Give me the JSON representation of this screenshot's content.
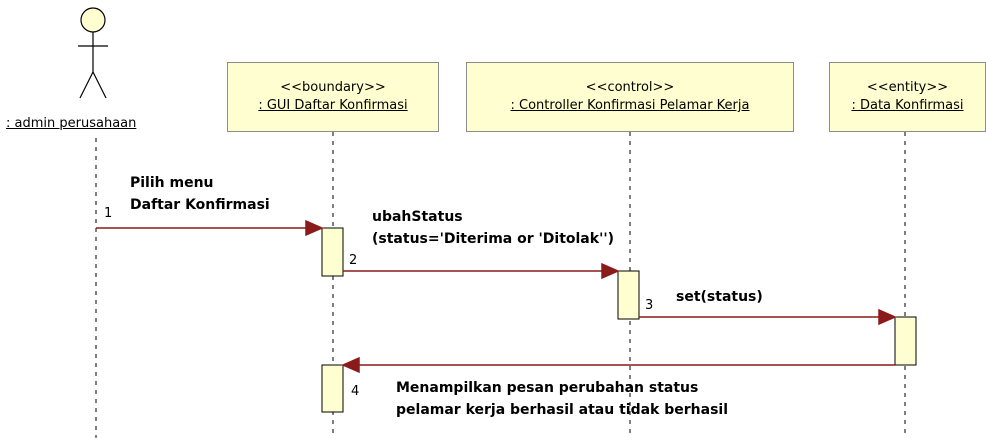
{
  "actor": {
    "name": ": admin perusahaan"
  },
  "lifelines": [
    {
      "stereotype": "<<boundary>>",
      "name": ": GUI Daftar Konfirmasi"
    },
    {
      "stereotype": "<<control>>",
      "name": ": Controller Konfirmasi Pelamar Kerja"
    },
    {
      "stereotype": "<<entity>>",
      "name": ": Data Konfirmasi"
    }
  ],
  "messages": [
    {
      "number": "1",
      "line1": "Pilih menu",
      "line2": "Daftar Konfirmasi"
    },
    {
      "number": "2",
      "line1": "ubahStatus",
      "line2": "(status='Diterima or 'Ditolak'')"
    },
    {
      "number": "3",
      "line1": "set(status)"
    },
    {
      "number": "4",
      "line1": "Menampilkan pesan perubahan status",
      "line2": "pelamar kerja berhasil atau tidak berhasil"
    }
  ],
  "colors": {
    "message_line": "#8b1a1a",
    "arrowhead": "#8b1a1a",
    "box_fill": "#fffed0",
    "box_border": "#8c8c8c",
    "activation_fill": "#fffed0"
  }
}
